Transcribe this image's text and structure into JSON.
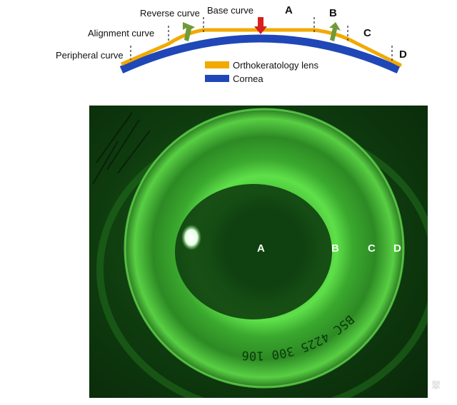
{
  "diagram": {
    "labels": {
      "reverse_curve": "Reverse curve",
      "base_curve": "Base curve",
      "alignment_curve": "Alignment curve",
      "peripheral_curve": "Peripheral curve",
      "zone_a": "A",
      "zone_b": "B",
      "zone_c": "C",
      "zone_d": "D"
    },
    "legend": [
      {
        "label": "Orthokeratology lens",
        "color": "#f2a900"
      },
      {
        "label": "Cornea",
        "color": "#1f47b8"
      }
    ],
    "colors": {
      "lens": "#f2a900",
      "cornea": "#1f47b8",
      "pressure_arrow": "#d81e1e",
      "lift_arrow": "#6f9a3a"
    },
    "icons": [
      "down-arrow-icon",
      "up-arrow-icon"
    ]
  },
  "photo": {
    "zone_labels": [
      "A",
      "B",
      "C",
      "D"
    ],
    "engraving": "BSC 4225 300 106",
    "colors": {
      "background": "#0c2a0c",
      "fluorescein": "#5fe04a"
    }
  },
  "watermark": "翠"
}
